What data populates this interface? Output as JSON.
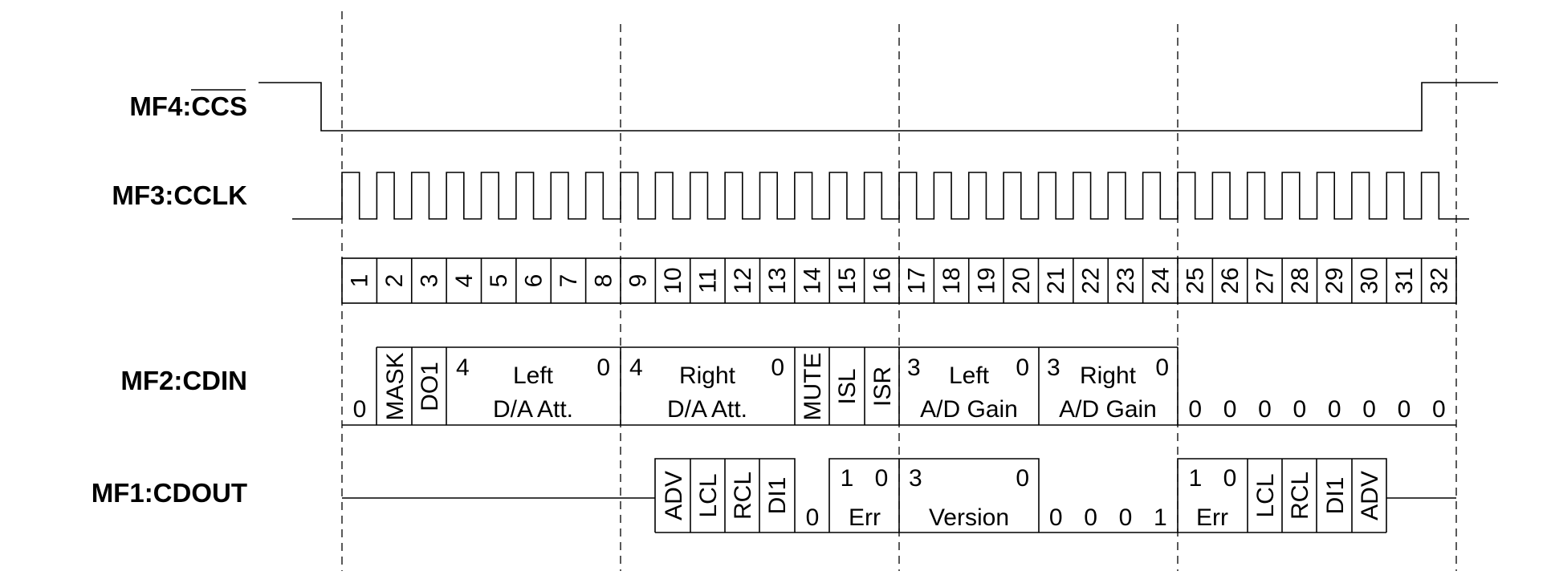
{
  "signals": {
    "ccs": {
      "prefix": "MF4:",
      "overbar": "CCS"
    },
    "cclk": "MF3:CCLK",
    "cdin": "MF2:CDIN",
    "cdout": "MF1:CDOUT"
  },
  "bit_numbers": [
    "1",
    "2",
    "3",
    "4",
    "5",
    "6",
    "7",
    "8",
    "9",
    "10",
    "11",
    "12",
    "13",
    "14",
    "15",
    "16",
    "17",
    "18",
    "19",
    "20",
    "21",
    "22",
    "23",
    "24",
    "25",
    "26",
    "27",
    "28",
    "29",
    "30",
    "31",
    "32"
  ],
  "cdin": {
    "bit1": "0",
    "mask": "MASK",
    "do1": "DO1",
    "left_da": {
      "msb": "4",
      "lsb": "0",
      "line1": "Left",
      "line2": "D/A Att."
    },
    "right_da": {
      "msb": "4",
      "lsb": "0",
      "line1": "Right",
      "line2": "D/A Att."
    },
    "mute": "MUTE",
    "isl": "ISL",
    "isr": "ISR",
    "left_ad": {
      "msb": "3",
      "lsb": "0",
      "line1": "Left",
      "line2": "A/D Gain"
    },
    "right_ad": {
      "msb": "3",
      "lsb": "0",
      "line1": "Right",
      "line2": "A/D Gain"
    },
    "trailing_zeros": [
      "0",
      "0",
      "0",
      "0",
      "0",
      "0",
      "0",
      "0"
    ]
  },
  "cdout": {
    "adv": "ADV",
    "lcl": "LCL",
    "rcl": "RCL",
    "di1": "DI1",
    "bit14": "0",
    "err": {
      "b1": "1",
      "b0": "0",
      "label": "Err"
    },
    "version": {
      "msb": "3",
      "lsb": "0",
      "label": "Version"
    },
    "bits": [
      "0",
      "0",
      "0",
      "1"
    ],
    "err2": {
      "b1": "1",
      "b0": "0",
      "label": "Err"
    },
    "lcl2": "LCL",
    "rcl2": "RCL",
    "di1_2": "DI1",
    "adv2": "ADV"
  }
}
